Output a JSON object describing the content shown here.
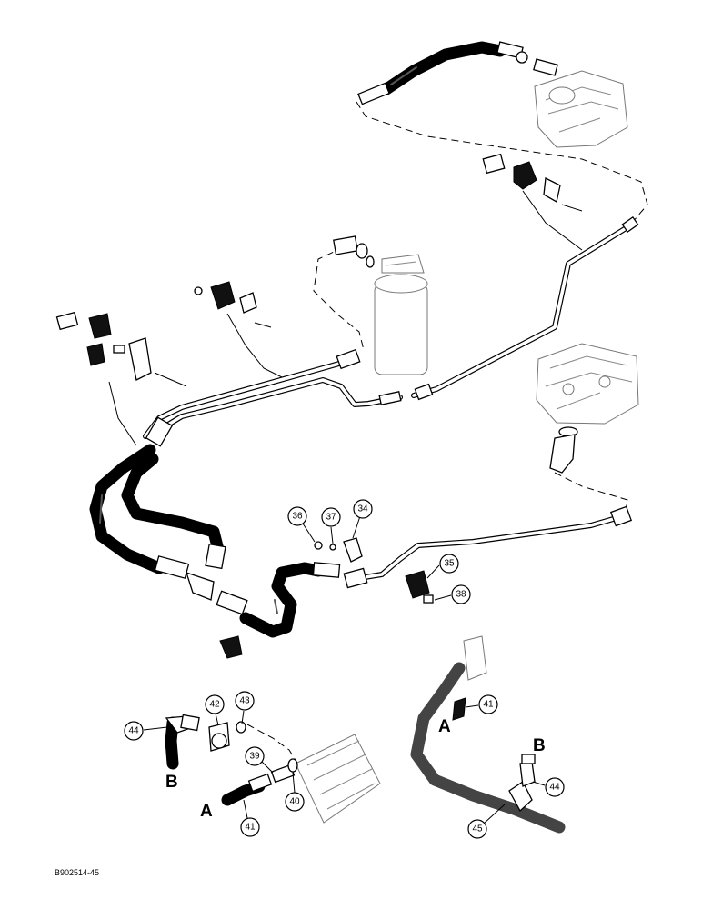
{
  "callouts": [
    {
      "id": "c34",
      "label": "34"
    },
    {
      "id": "c35",
      "label": "35"
    },
    {
      "id": "c36",
      "label": "36"
    },
    {
      "id": "c37",
      "label": "37"
    },
    {
      "id": "c38",
      "label": "38"
    },
    {
      "id": "c39",
      "label": "39"
    },
    {
      "id": "c40",
      "label": "40"
    },
    {
      "id": "c41a",
      "label": "41"
    },
    {
      "id": "c41b",
      "label": "41"
    },
    {
      "id": "c42",
      "label": "42"
    },
    {
      "id": "c43",
      "label": "43"
    },
    {
      "id": "c44a",
      "label": "44"
    },
    {
      "id": "c44b",
      "label": "44"
    },
    {
      "id": "c45",
      "label": "45"
    }
  ],
  "letters": {
    "a_left": "A",
    "b_left": "B",
    "a_right": "A",
    "b_right": "B"
  },
  "doc_id": "B902514-45"
}
